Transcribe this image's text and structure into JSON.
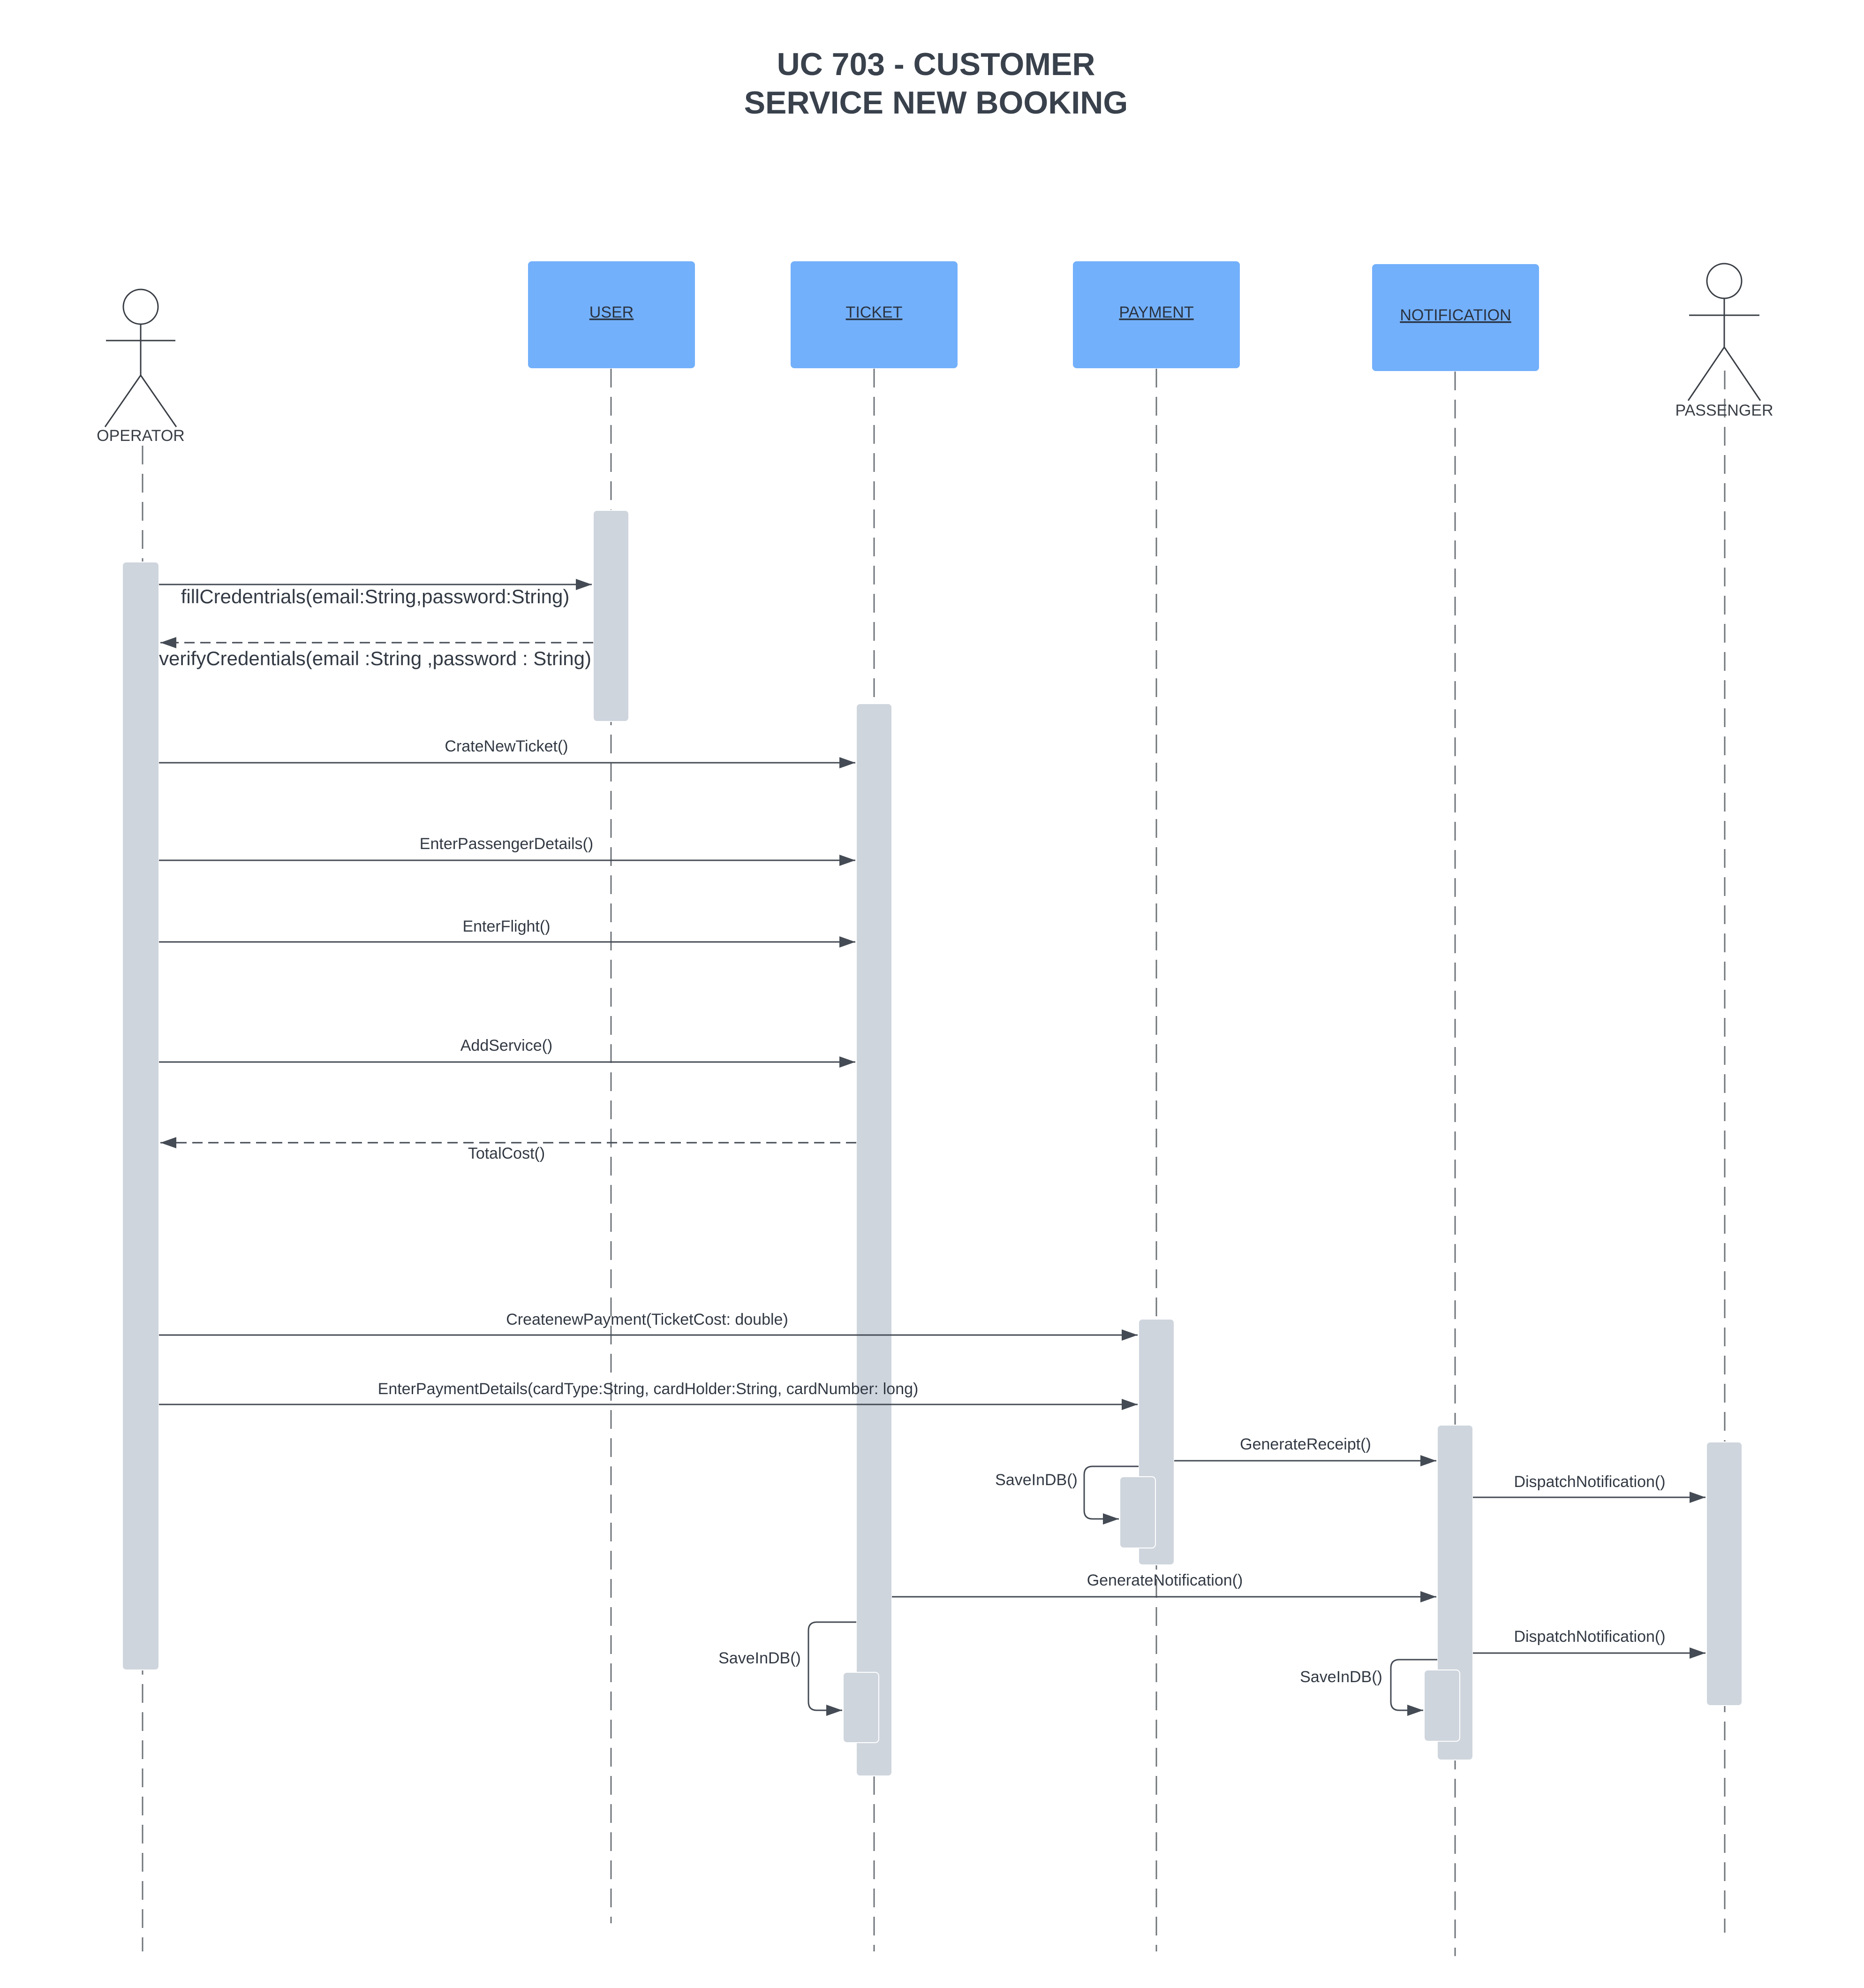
{
  "title": {
    "line1": "UC 703 - CUSTOMER",
    "line2": "SERVICE NEW BOOKING"
  },
  "participants": {
    "operator": "OPERATOR",
    "user": "USER",
    "ticket": "TICKET",
    "payment": "PAYMENT",
    "notification": "NOTIFICATION",
    "passenger": "PASSENGER"
  },
  "messages": {
    "fill_credentials": "fillCredentrials(email:String,password:String)",
    "verify_credentials": "verifyCredentials(email :String ,password : String)",
    "create_new_ticket": "CrateNewTicket()",
    "enter_passenger_details": "EnterPassengerDetails()",
    "enter_flight": "EnterFlight()",
    "add_service": "AddService()",
    "total_cost": "TotalCost()",
    "create_new_payment": "CreatenewPayment(TicketCost: double)",
    "enter_payment_details": "EnterPaymentDetails(cardType:String, cardHolder:String, cardNumber: long)",
    "generate_receipt": "GenerateReceipt()",
    "save_in_db_payment": "SaveInDB()",
    "dispatch_notification_1": "DispatchNotification()",
    "generate_notification": "GenerateNotification()",
    "dispatch_notification_2": "DispatchNotification()",
    "save_in_db_ticket": "SaveInDB()",
    "save_in_db_notification": "SaveInDB()"
  },
  "colors": {
    "object_box": "#73b0fb",
    "activation": "#cfd5dd",
    "line": "#444b54"
  }
}
